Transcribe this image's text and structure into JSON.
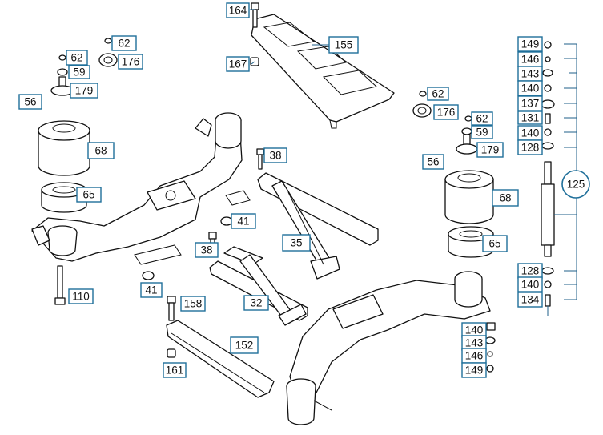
{
  "diagram": {
    "parts": [
      {
        "id": "p164",
        "number": "164"
      },
      {
        "id": "p155",
        "number": "155"
      },
      {
        "id": "p167",
        "number": "167"
      },
      {
        "id": "p62a",
        "number": "62"
      },
      {
        "id": "p62b",
        "number": "62"
      },
      {
        "id": "p176a",
        "number": "176"
      },
      {
        "id": "p59a",
        "number": "59"
      },
      {
        "id": "p56a",
        "number": "56"
      },
      {
        "id": "p179a",
        "number": "179"
      },
      {
        "id": "p68a",
        "number": "68"
      },
      {
        "id": "p65a",
        "number": "65"
      },
      {
        "id": "p38a",
        "number": "38"
      },
      {
        "id": "p41a",
        "number": "41"
      },
      {
        "id": "p35",
        "number": "35"
      },
      {
        "id": "p38b",
        "number": "38"
      },
      {
        "id": "p41b",
        "number": "41"
      },
      {
        "id": "p32",
        "number": "32"
      },
      {
        "id": "p110",
        "number": "110"
      },
      {
        "id": "p158",
        "number": "158"
      },
      {
        "id": "p152",
        "number": "152"
      },
      {
        "id": "p161",
        "number": "161"
      },
      {
        "id": "p62c",
        "number": "62"
      },
      {
        "id": "p176b",
        "number": "176"
      },
      {
        "id": "p62d",
        "number": "62"
      },
      {
        "id": "p59b",
        "number": "59"
      },
      {
        "id": "p56b",
        "number": "56"
      },
      {
        "id": "p179b",
        "number": "179"
      },
      {
        "id": "p68b",
        "number": "68"
      },
      {
        "id": "p65b",
        "number": "65"
      },
      {
        "id": "p149a",
        "number": "149"
      },
      {
        "id": "p146a",
        "number": "146"
      },
      {
        "id": "p143a",
        "number": "143"
      },
      {
        "id": "p140a",
        "number": "140"
      },
      {
        "id": "p137",
        "number": "137"
      },
      {
        "id": "p131",
        "number": "131"
      },
      {
        "id": "p140b",
        "number": "140"
      },
      {
        "id": "p128a",
        "number": "128"
      },
      {
        "id": "p125",
        "number": "125"
      },
      {
        "id": "p128b",
        "number": "128"
      },
      {
        "id": "p140c",
        "number": "140"
      },
      {
        "id": "p134",
        "number": "134"
      },
      {
        "id": "p140d",
        "number": "140"
      },
      {
        "id": "p143b",
        "number": "143"
      },
      {
        "id": "p146b",
        "number": "146"
      },
      {
        "id": "p149b",
        "number": "149"
      }
    ]
  },
  "colors": {
    "label_border": "#1f6f9a",
    "leader_line": "#1f5f8a",
    "line_art": "#111111",
    "background": "#ffffff"
  }
}
